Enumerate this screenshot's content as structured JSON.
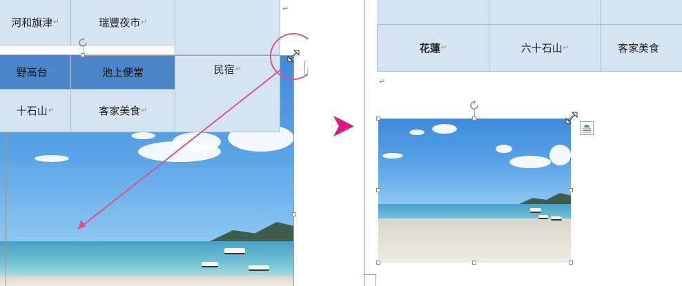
{
  "left_table": {
    "row1": [
      "河和旗津",
      "瑞豐夜市",
      ""
    ],
    "row2": [
      "野高台",
      "池上便當",
      "民宿"
    ],
    "row3": [
      "十石山",
      "客家美食",
      ""
    ]
  },
  "right_table": {
    "row2": [
      "花蓮",
      "六十石山",
      "客家美食"
    ]
  },
  "glyphs": {
    "cell_mark": "↵",
    "paragraph_mark": "↵",
    "arrow": "▶"
  },
  "colors": {
    "selection": "#4d86c7",
    "table_light": "#d6e4f2",
    "annotation": "#d4578a",
    "arrow": "#e0177a"
  },
  "icons": [
    "rotate-handle-icon",
    "resize-diagonal-icon",
    "layout-options-icon"
  ]
}
